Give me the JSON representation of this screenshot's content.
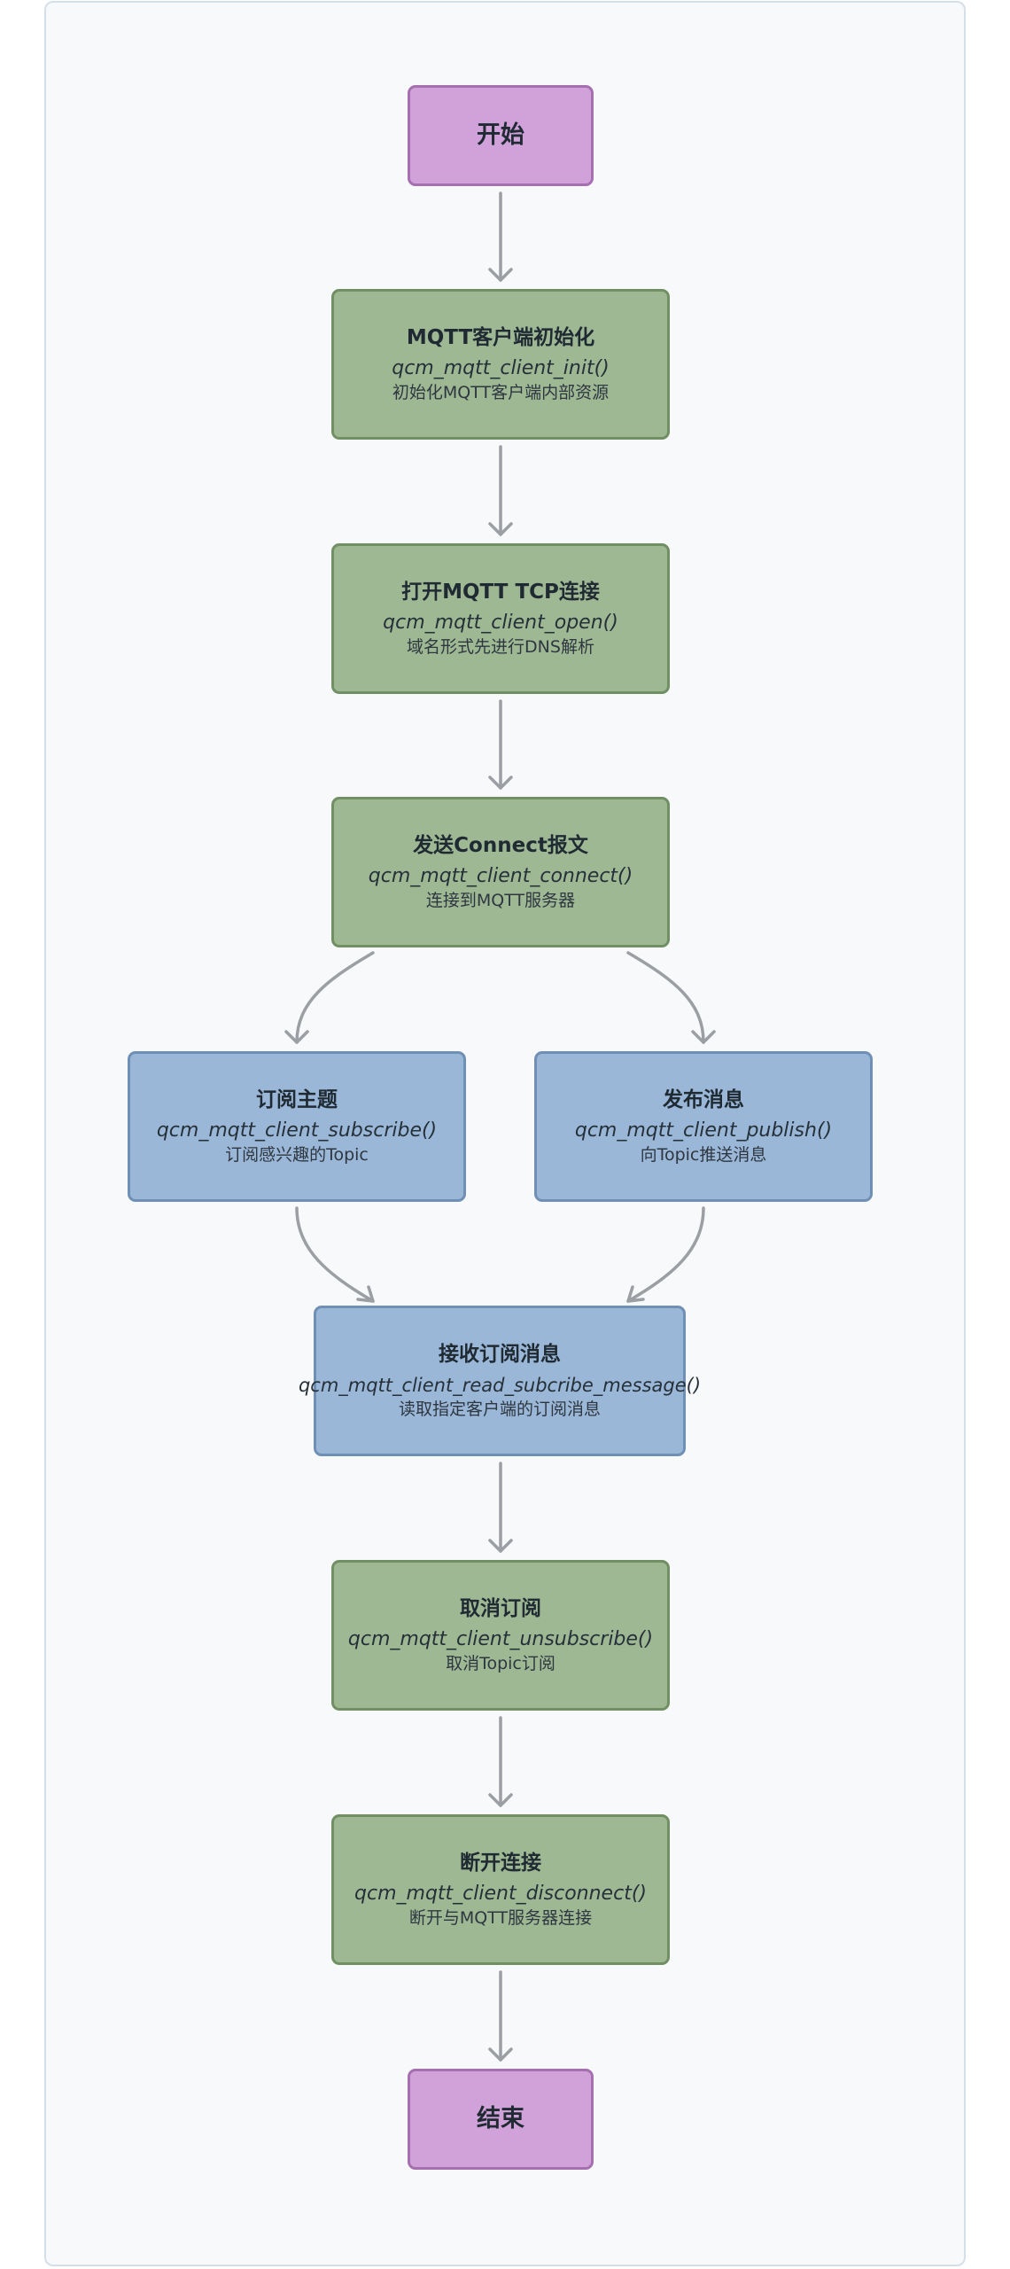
{
  "diagram": {
    "nodes": {
      "start": {
        "title": "开始"
      },
      "init": {
        "title": "MQTT客户端初始化",
        "func": "qcm_mqtt_client_init()",
        "desc": "初始化MQTT客户端内部资源"
      },
      "open": {
        "title": "打开MQTT TCP连接",
        "func": "qcm_mqtt_client_open()",
        "desc": "域名形式先进行DNS解析"
      },
      "connect": {
        "title": "发送Connect报文",
        "func": "qcm_mqtt_client_connect()",
        "desc": "连接到MQTT服务器"
      },
      "subscribe": {
        "title": "订阅主题",
        "func": "qcm_mqtt_client_subscribe()",
        "desc": "订阅感兴趣的Topic"
      },
      "publish": {
        "title": "发布消息",
        "func": "qcm_mqtt_client_publish()",
        "desc": "向Topic推送消息"
      },
      "receive": {
        "title": "接收订阅消息",
        "func": "qcm_mqtt_client_read_subcribe_message()",
        "desc": "读取指定客户端的订阅消息"
      },
      "unsubscribe": {
        "title": "取消订阅",
        "func": "qcm_mqtt_client_unsubscribe()",
        "desc": "取消Topic订阅"
      },
      "disconnect": {
        "title": "断开连接",
        "func": "qcm_mqtt_client_disconnect()",
        "desc": "断开与MQTT服务器连接"
      },
      "end": {
        "title": "结束"
      }
    },
    "edges": [
      {
        "from": "start",
        "to": "init"
      },
      {
        "from": "init",
        "to": "open"
      },
      {
        "from": "open",
        "to": "connect"
      },
      {
        "from": "connect",
        "to": "subscribe"
      },
      {
        "from": "connect",
        "to": "publish"
      },
      {
        "from": "subscribe",
        "to": "receive"
      },
      {
        "from": "publish",
        "to": "receive"
      },
      {
        "from": "receive",
        "to": "unsubscribe"
      },
      {
        "from": "unsubscribe",
        "to": "disconnect"
      },
      {
        "from": "disconnect",
        "to": "end"
      }
    ],
    "colors": {
      "terminal_fill": "#d0a2d9",
      "step_fill": "#9fb894",
      "message_fill": "#9ab7d7",
      "arrow": "#9b9ea3"
    }
  }
}
